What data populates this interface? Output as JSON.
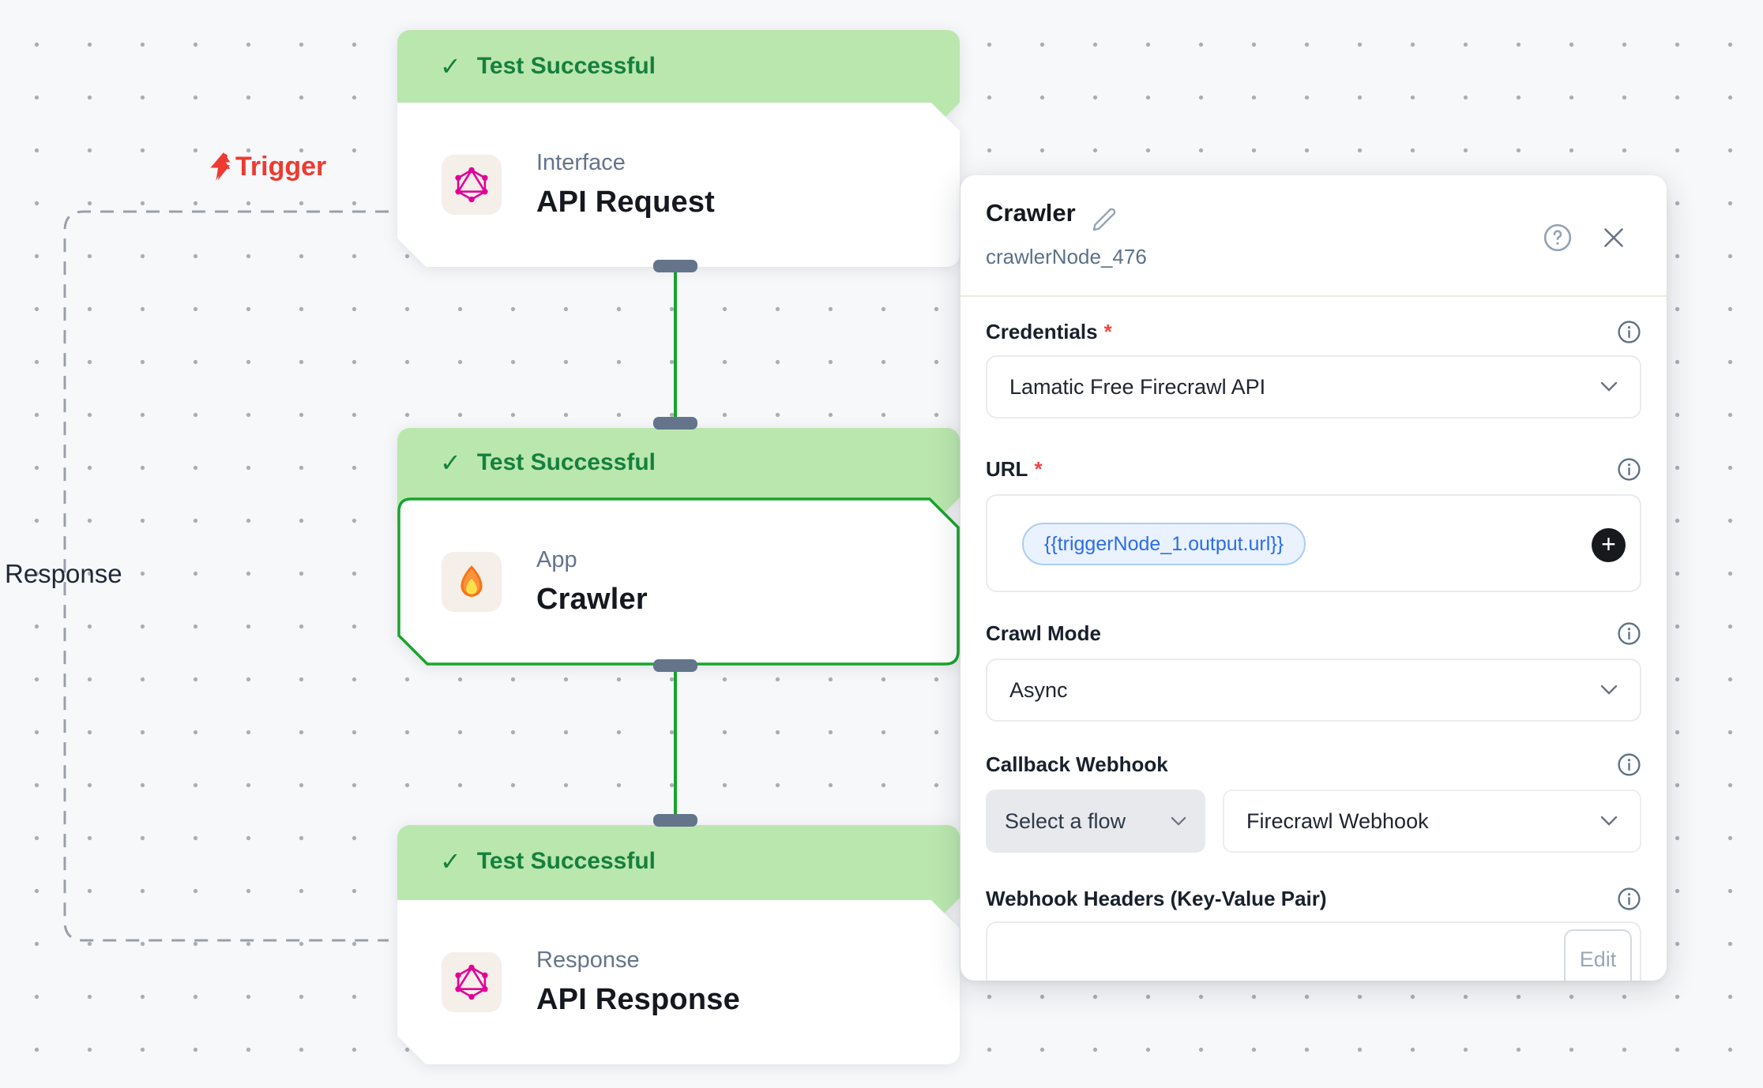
{
  "canvas": {
    "trigger_label": "Trigger",
    "response_label": "Response",
    "nodes": [
      {
        "status": "Test Successful",
        "category": "Interface",
        "title": "API Request",
        "icon": "graphql"
      },
      {
        "status": "Test Successful",
        "category": "App",
        "title": "Crawler",
        "icon": "fire",
        "selected": true
      },
      {
        "status": "Test Successful",
        "category": "Response",
        "title": "API Response",
        "icon": "graphql"
      }
    ]
  },
  "panel": {
    "title": "Crawler",
    "subtitle": "crawlerNode_476",
    "credentials": {
      "label": "Credentials",
      "required": true,
      "value": "Lamatic Free Firecrawl API"
    },
    "url": {
      "label": "URL",
      "required": true,
      "token": "{{triggerNode_1.output.url}}"
    },
    "crawl_mode": {
      "label": "Crawl Mode",
      "value": "Async"
    },
    "callback_webhook": {
      "label": "Callback Webhook",
      "flow_select": "Select a flow",
      "value": "Firecrawl Webhook"
    },
    "webhook_headers": {
      "label": "Webhook Headers (Key-Value Pair)",
      "edit_label": "Edit"
    }
  },
  "icons": {
    "check": "✓",
    "plus": "+",
    "asterisk": "*"
  },
  "colors": {
    "banner_green_bg": "#bae7ae",
    "banner_green_text": "#15803d",
    "accent_green": "#17a52b",
    "trigger_red": "#ee3a31",
    "handle_slate": "#64748b",
    "token_blue": "#2c6de8",
    "graphql_pink": "#e10098",
    "canvas_bg": "#f7f8fa"
  }
}
